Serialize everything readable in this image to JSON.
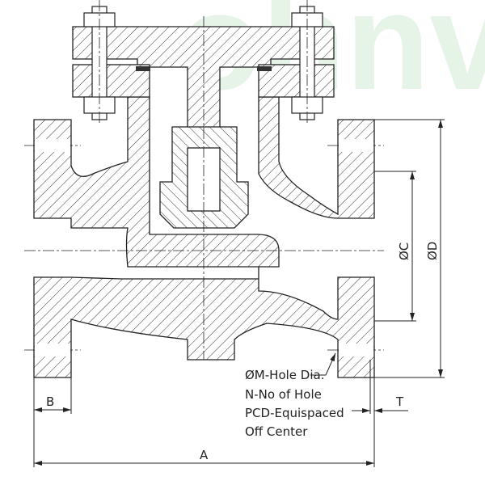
{
  "watermark": "ohnv",
  "dimensions": {
    "a": "A",
    "b": "B",
    "t": "T",
    "c": "ØC",
    "d": "ØD"
  },
  "notes": {
    "line1": "ØM-Hole Dia.",
    "line2": "N-No of Hole",
    "line3": "PCD-Equispaced",
    "line4": "Off Center"
  },
  "colors": {
    "line": "#222222",
    "watermark": "#e6f4e8"
  }
}
